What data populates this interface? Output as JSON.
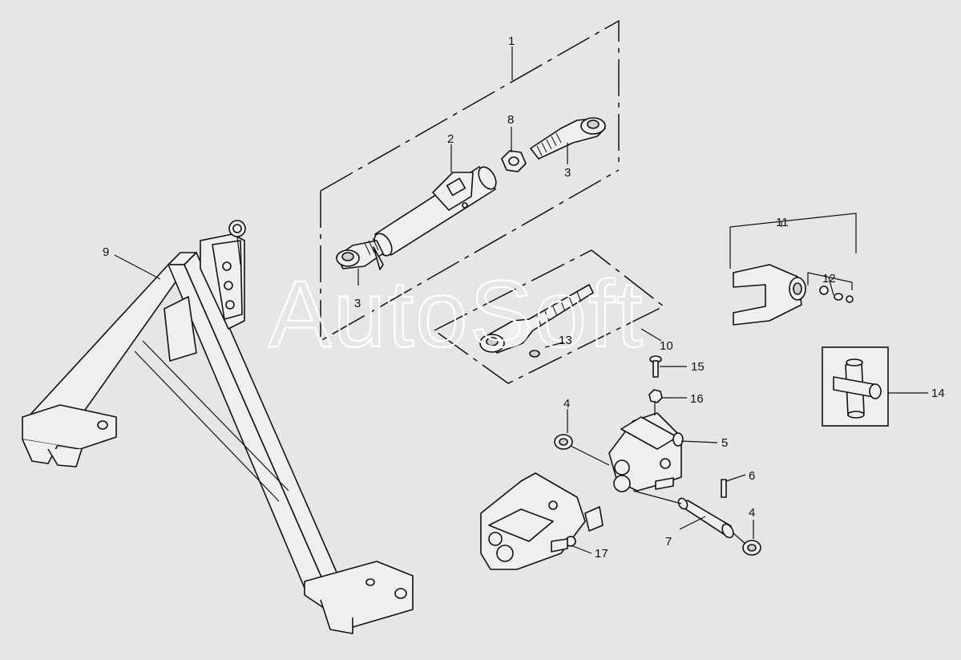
{
  "watermark": "AutoSoft",
  "callouts": {
    "c1": "1",
    "c2": "2",
    "c3a": "3",
    "c3b": "3",
    "c4a": "4",
    "c4b": "4",
    "c5": "5",
    "c6": "6",
    "c7": "7",
    "c8": "8",
    "c9": "9",
    "c10": "10",
    "c11": "11",
    "c12": "12",
    "c13": "13",
    "c14": "14",
    "c15": "15",
    "c16": "16",
    "c17": "17"
  }
}
